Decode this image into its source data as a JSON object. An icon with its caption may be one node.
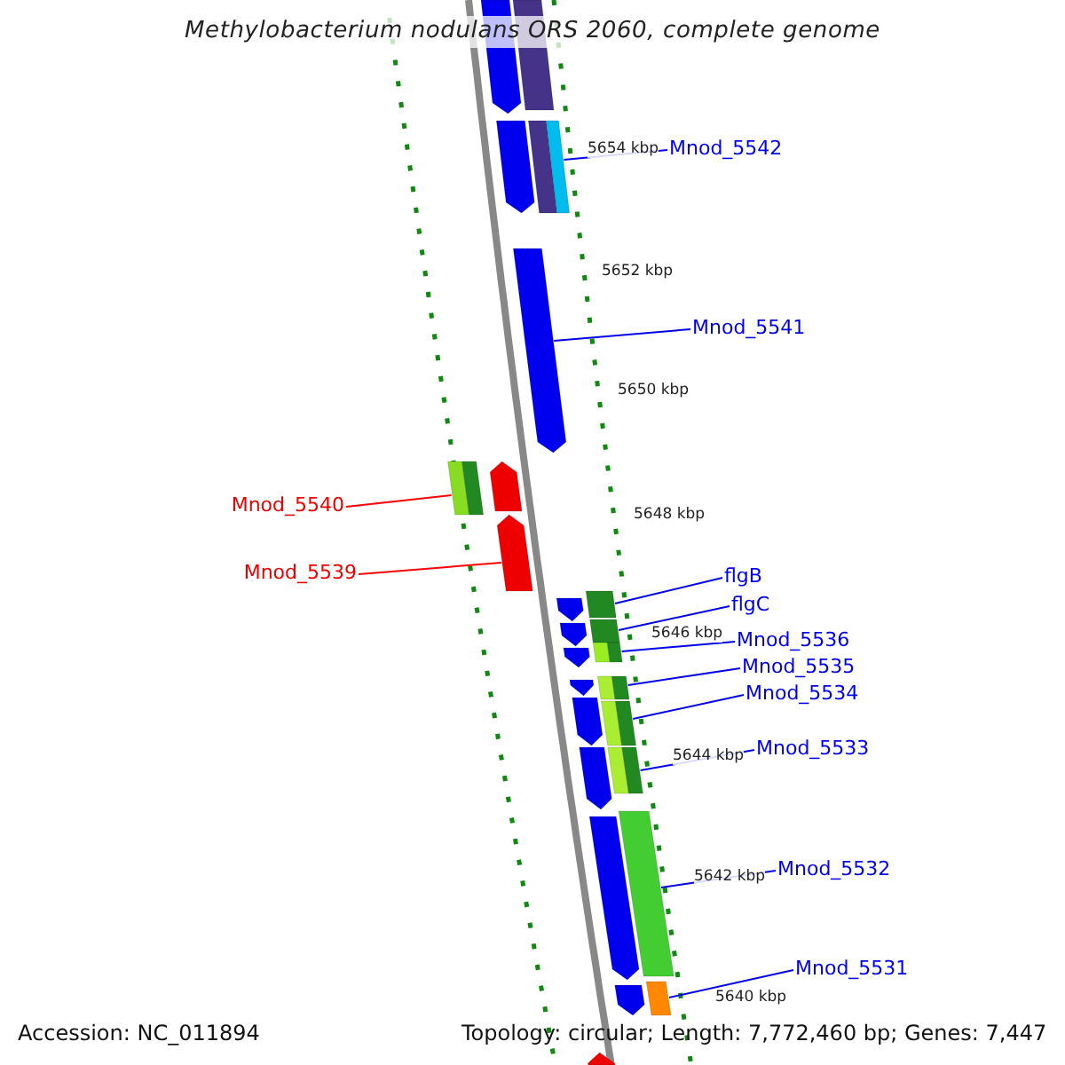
{
  "diagram": {
    "title": "Methylobacterium nodulans ORS 2060, complete genome",
    "nodes": [
      {
        "text": [
          "Mnod_5542"
        ]
      },
      {
        "text": [
          "Mnod_5541"
        ]
      },
      {
        "text": [
          "Mnod_5540"
        ]
      },
      {
        "text": [
          "Mnod_5539"
        ]
      },
      {
        "text": [
          "flgB"
        ]
      },
      {
        "text": [
          "flgC"
        ]
      },
      {
        "text": [
          "Mnod_5536"
        ]
      },
      {
        "text": [
          "Mnod_5535"
        ]
      },
      {
        "text": [
          "Mnod_5534"
        ]
      },
      {
        "text": [
          "Mnod_5533"
        ]
      },
      {
        "text": [
          "Mnod_5532"
        ]
      },
      {
        "text": [
          "Mnod_5531"
        ]
      },
      {
        "text": [],
        "shape": "bar"
      },
      {
        "text": [],
        "shape": "arrow"
      },
      {
        "text": [],
        "shape": "bar"
      },
      {
        "text": [],
        "shape": "arrow"
      },
      {
        "text": [],
        "shape": "bar"
      },
      {
        "text": [],
        "shape": "bar"
      },
      {
        "text": [],
        "shape": "bar"
      },
      {
        "text": [],
        "shape": "bar"
      },
      {
        "text": [],
        "shape": "bar"
      },
      {
        "text": [],
        "shape": "bar"
      },
      {
        "text": [],
        "shape": "bar"
      },
      {
        "text": [],
        "shape": "bar"
      },
      {
        "text": [],
        "shape": "arrow"
      }
    ],
    "edges": [
      {
        "from": 0,
        "to": 12,
        "arrow": "none"
      },
      {
        "from": 1,
        "to": 13,
        "arrow": "none"
      },
      {
        "from": 2,
        "to": 14,
        "arrow": "none",
        "color": "#ff0000"
      },
      {
        "from": 3,
        "to": 15,
        "arrow": "none",
        "color": "#ff0000"
      },
      {
        "from": 4,
        "to": 16,
        "arrow": "none"
      },
      {
        "from": 5,
        "to": 17,
        "arrow": "none"
      },
      {
        "from": 6,
        "to": 18,
        "arrow": "none"
      },
      {
        "from": 7,
        "to": 19,
        "arrow": "none"
      },
      {
        "from": 8,
        "to": 20,
        "arrow": "none"
      },
      {
        "from": 9,
        "to": 21,
        "arrow": "none"
      },
      {
        "from": 10,
        "to": 22,
        "arrow": "none"
      },
      {
        "from": 11,
        "to": 23,
        "arrow": "none"
      }
    ],
    "labels": [
      "5654 kbp",
      "5652 kbp",
      "5650 kbp",
      "5648 kbp",
      "5646 kbp",
      "5644 kbp",
      "5642 kbp",
      "5640 kbp",
      "Accession: NC_011894",
      "Topology: circular; Length: 7,772,460 bp; Genes: 7,447"
    ]
  }
}
